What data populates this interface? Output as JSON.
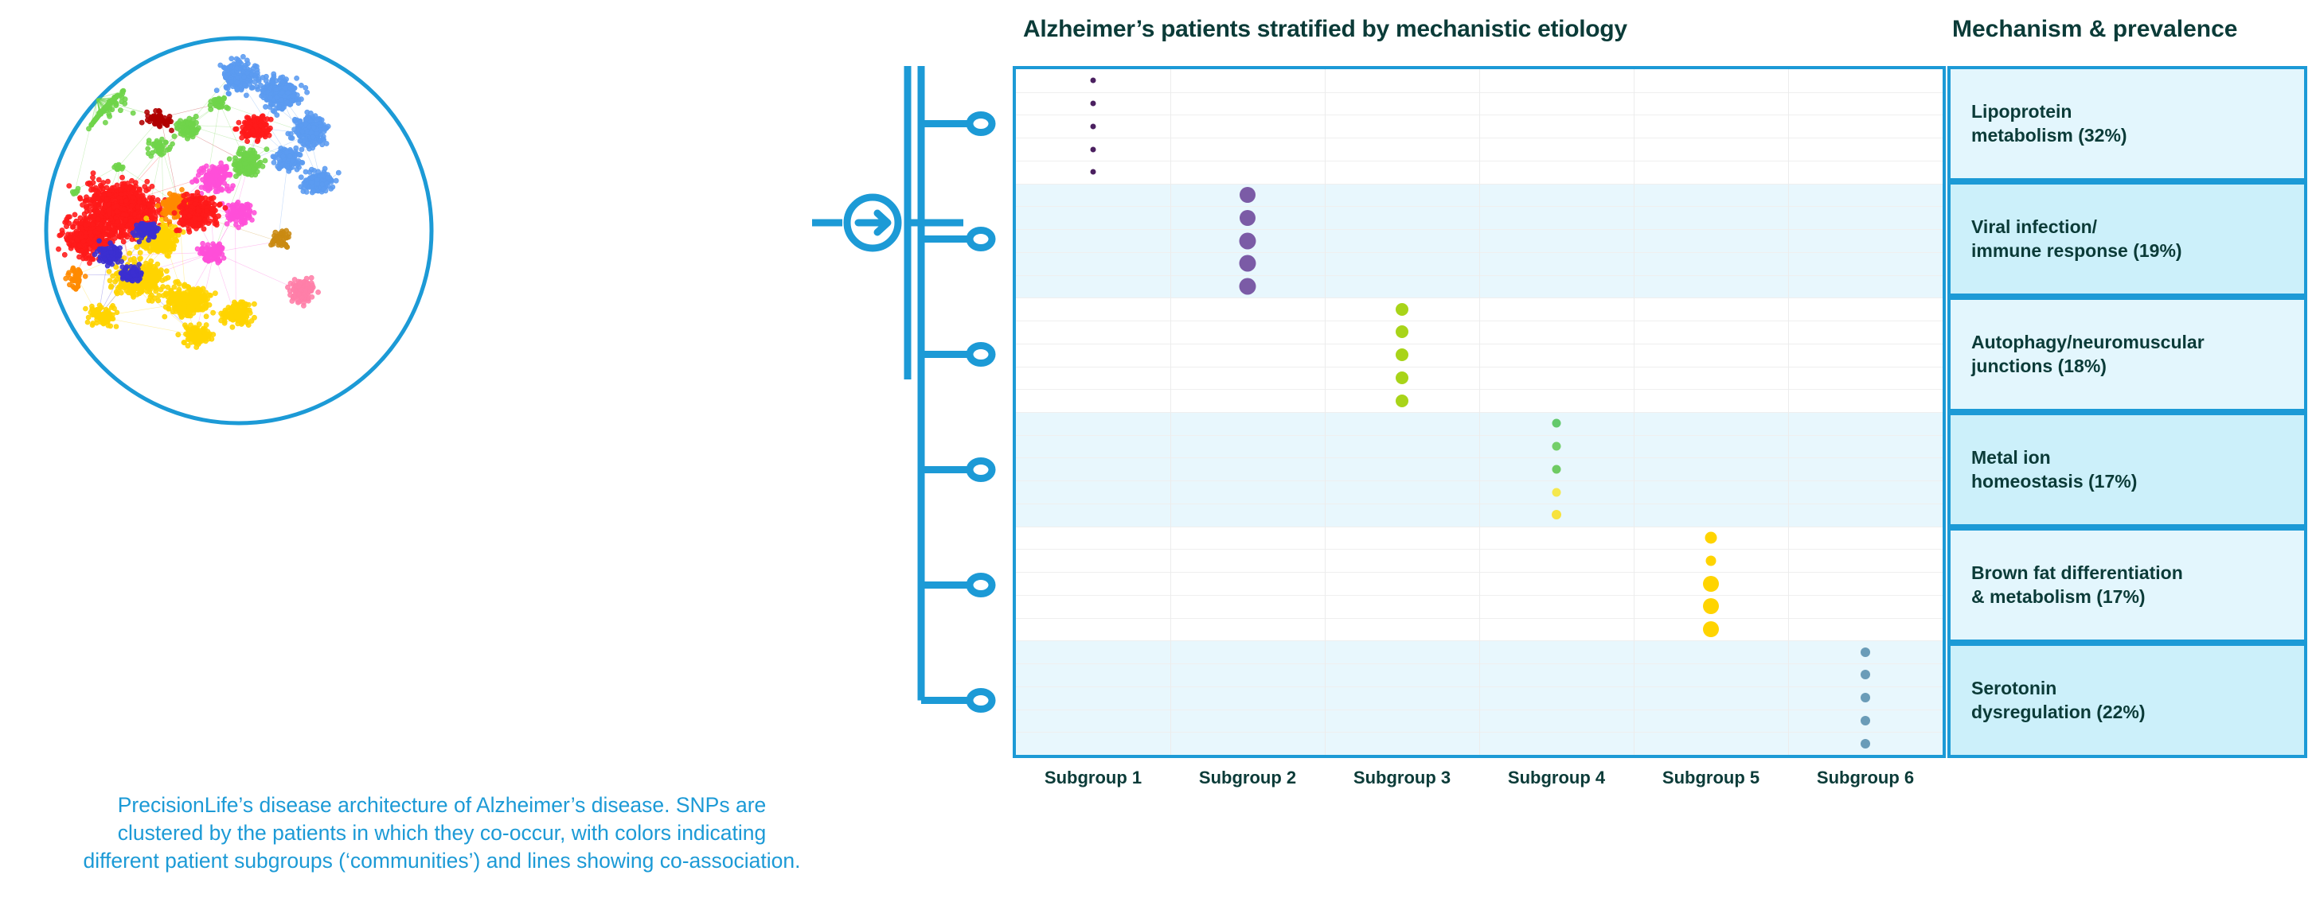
{
  "chart": {
    "title": "Alzheimer’s patients stratified by mechanistic etiology",
    "x_labels": [
      "Subgroup 1",
      "Subgroup 2",
      "Subgroup 3",
      "Subgroup 4",
      "Subgroup 5",
      "Subgroup 6"
    ]
  },
  "mechanism_panel": {
    "title": "Mechanism & prevalence",
    "items": [
      {
        "label": "Lipoprotein metabolism (32%)",
        "line1": "Lipoprotein",
        "line2": "metabolism (32%)",
        "prevalence": 32
      },
      {
        "label": "Viral infection/ immune response (19%)",
        "line1": "Viral infection/",
        "line2": "immune response (19%)",
        "prevalence": 19
      },
      {
        "label": "Autophagy/neuromuscular junctions (18%)",
        "line1": "Autophagy/neuromuscular",
        "line2": "junctions (18%)",
        "prevalence": 18
      },
      {
        "label": "Metal ion homeostasis (17%)",
        "line1": "Metal ion",
        "line2": "homeostasis (17%)",
        "prevalence": 17
      },
      {
        "label": "Brown fat differentiation & metabolism (17%)",
        "line1": "Brown fat differentiation",
        "line2": "& metabolism (17%)",
        "prevalence": 17
      },
      {
        "label": "Serotonin dysregulation (22%)",
        "line1": "Serotonin",
        "line2": "dysregulation (22%)",
        "prevalence": 22
      }
    ]
  },
  "network": {
    "caption_line1": "PrecisionLife’s disease architecture of Alzheimer’s disease. SNPs are",
    "caption_line2": "clustered by the patients in which they co-occur, with colors indicating",
    "caption_line3": "different patient subgroups (‘communities’) and lines showing co-association.",
    "caption_color": "#1c9ad6",
    "circle_color": "#1c9ad6",
    "community_colors": [
      "#ff1a1a",
      "#6fd44a",
      "#5b9bf0",
      "#ffd400",
      "#ff4fd8",
      "#3b2fd0",
      "#ff8a00",
      "#ff7fa8",
      "#b00000",
      "#c98a12"
    ]
  },
  "colors": {
    "accent": "#1c9ad6",
    "title_text": "#0b3b38",
    "band_fill": "#e8f7fd",
    "mech_fill_a": "#e3f6fd",
    "mech_fill_b": "#ccf0fa",
    "gridline": "#efefef"
  },
  "chart_data": {
    "type": "scatter",
    "title": "Alzheimer’s patients stratified by mechanistic etiology",
    "xlabel": "",
    "ylabel": "",
    "grid": true,
    "legend": "right-panel",
    "categories": [
      "Subgroup 1",
      "Subgroup 2",
      "Subgroup 3",
      "Subgroup 4",
      "Subgroup 5",
      "Subgroup 6"
    ],
    "y_bands": [
      "Lipoprotein metabolism (32%)",
      "Viral infection/immune response (19%)",
      "Autophagy/neuromuscular junctions (18%)",
      "Metal ion homeostasis (17%)",
      "Brown fat differentiation & metabolism (17%)",
      "Serotonin dysregulation (22%)"
    ],
    "series": [
      {
        "name": "Subgroup 1",
        "band": "Lipoprotein metabolism (32%)",
        "color": "#4b2060",
        "x": 1,
        "points": [
          {
            "row": 1,
            "size": 7
          },
          {
            "row": 2,
            "size": 7
          },
          {
            "row": 3,
            "size": 7
          },
          {
            "row": 4,
            "size": 7
          },
          {
            "row": 5,
            "size": 7
          }
        ]
      },
      {
        "name": "Subgroup 2",
        "band": "Viral infection/immune response (19%)",
        "color": "#7b5ba6",
        "x": 2,
        "points": [
          {
            "row": 6,
            "size": 20
          },
          {
            "row": 7,
            "size": 20
          },
          {
            "row": 8,
            "size": 21
          },
          {
            "row": 9,
            "size": 21
          },
          {
            "row": 10,
            "size": 21
          }
        ]
      },
      {
        "name": "Subgroup 3",
        "band": "Autophagy/neuromuscular junctions (18%)",
        "color": "#a8d419",
        "x": 3,
        "points": [
          {
            "row": 11,
            "size": 16
          },
          {
            "row": 12,
            "size": 16
          },
          {
            "row": 13,
            "size": 16
          },
          {
            "row": 14,
            "size": 16
          },
          {
            "row": 15,
            "size": 16
          }
        ]
      },
      {
        "name": "Subgroup 4",
        "band": "Metal ion homeostasis (17%)",
        "color": "#74d36e",
        "x": 4,
        "points": [
          {
            "row": 16,
            "size": 11,
            "color": "#63c96c"
          },
          {
            "row": 17,
            "size": 11,
            "color": "#74cf6a"
          },
          {
            "row": 18,
            "size": 11,
            "color": "#6ecb63"
          },
          {
            "row": 19,
            "size": 11,
            "color": "#f5e84e"
          },
          {
            "row": 20,
            "size": 12,
            "color": "#f7e23c"
          }
        ]
      },
      {
        "name": "Subgroup 5",
        "band": "Brown fat differentiation & metabolism (17%)",
        "color": "#ffd400",
        "x": 5,
        "points": [
          {
            "row": 21,
            "size": 15
          },
          {
            "row": 22,
            "size": 13
          },
          {
            "row": 23,
            "size": 20
          },
          {
            "row": 24,
            "size": 20
          },
          {
            "row": 25,
            "size": 20
          }
        ]
      },
      {
        "name": "Subgroup 6",
        "band": "Serotonin dysregulation (22%)",
        "color": "#6a9cb8",
        "x": 6,
        "points": [
          {
            "row": 26,
            "size": 12
          },
          {
            "row": 27,
            "size": 12
          },
          {
            "row": 28,
            "size": 12
          },
          {
            "row": 29,
            "size": 12
          },
          {
            "row": 30,
            "size": 12
          }
        ]
      }
    ],
    "rows_total": 30,
    "rows_per_band": 5
  }
}
